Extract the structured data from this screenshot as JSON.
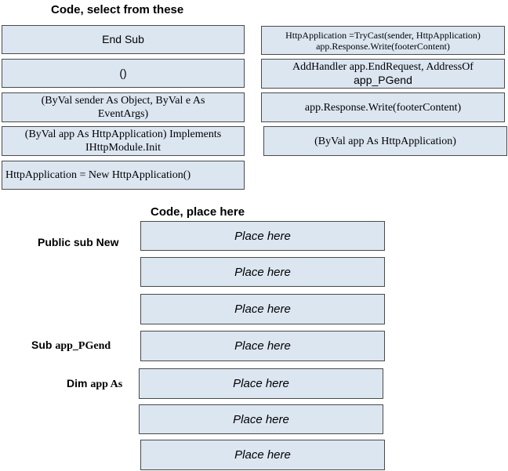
{
  "headings": {
    "select": "Code, select from these",
    "place": "Code, place here"
  },
  "source_items": [
    {
      "lines": [
        "End Sub"
      ]
    },
    {
      "lines": [
        "()"
      ]
    },
    {
      "lines": [
        "(ByVal sender As Object, ByVal e As",
        "EventArgs)"
      ]
    },
    {
      "lines": [
        "(ByVal app As HttpApplication) Implements",
        "IHttpModule.Init"
      ]
    },
    {
      "lines": [
        "HttpApplication = New HttpApplication()"
      ]
    },
    {
      "lines": [
        "HttpApplication =TryCast(sender, HttpApplication)",
        "app.Response.Write(footerContent)"
      ]
    },
    {
      "lines": [
        "AddHandler app.EndRequest, AddressOf",
        "app_PGend"
      ]
    },
    {
      "lines": [
        "app.Response.Write(footerContent)"
      ]
    },
    {
      "lines": [
        "(ByVal app As HttpApplication)"
      ]
    }
  ],
  "labels": {
    "public_sub_new": "Public sub New",
    "sub_prefix": "Sub",
    "sub_name": "app_PGend",
    "dim_prefix": "Dim",
    "dim_name": "app As"
  },
  "targets": [
    "Place here",
    "Place here",
    "Place here",
    "Place here",
    "Place here",
    "Place here",
    "Place here"
  ]
}
